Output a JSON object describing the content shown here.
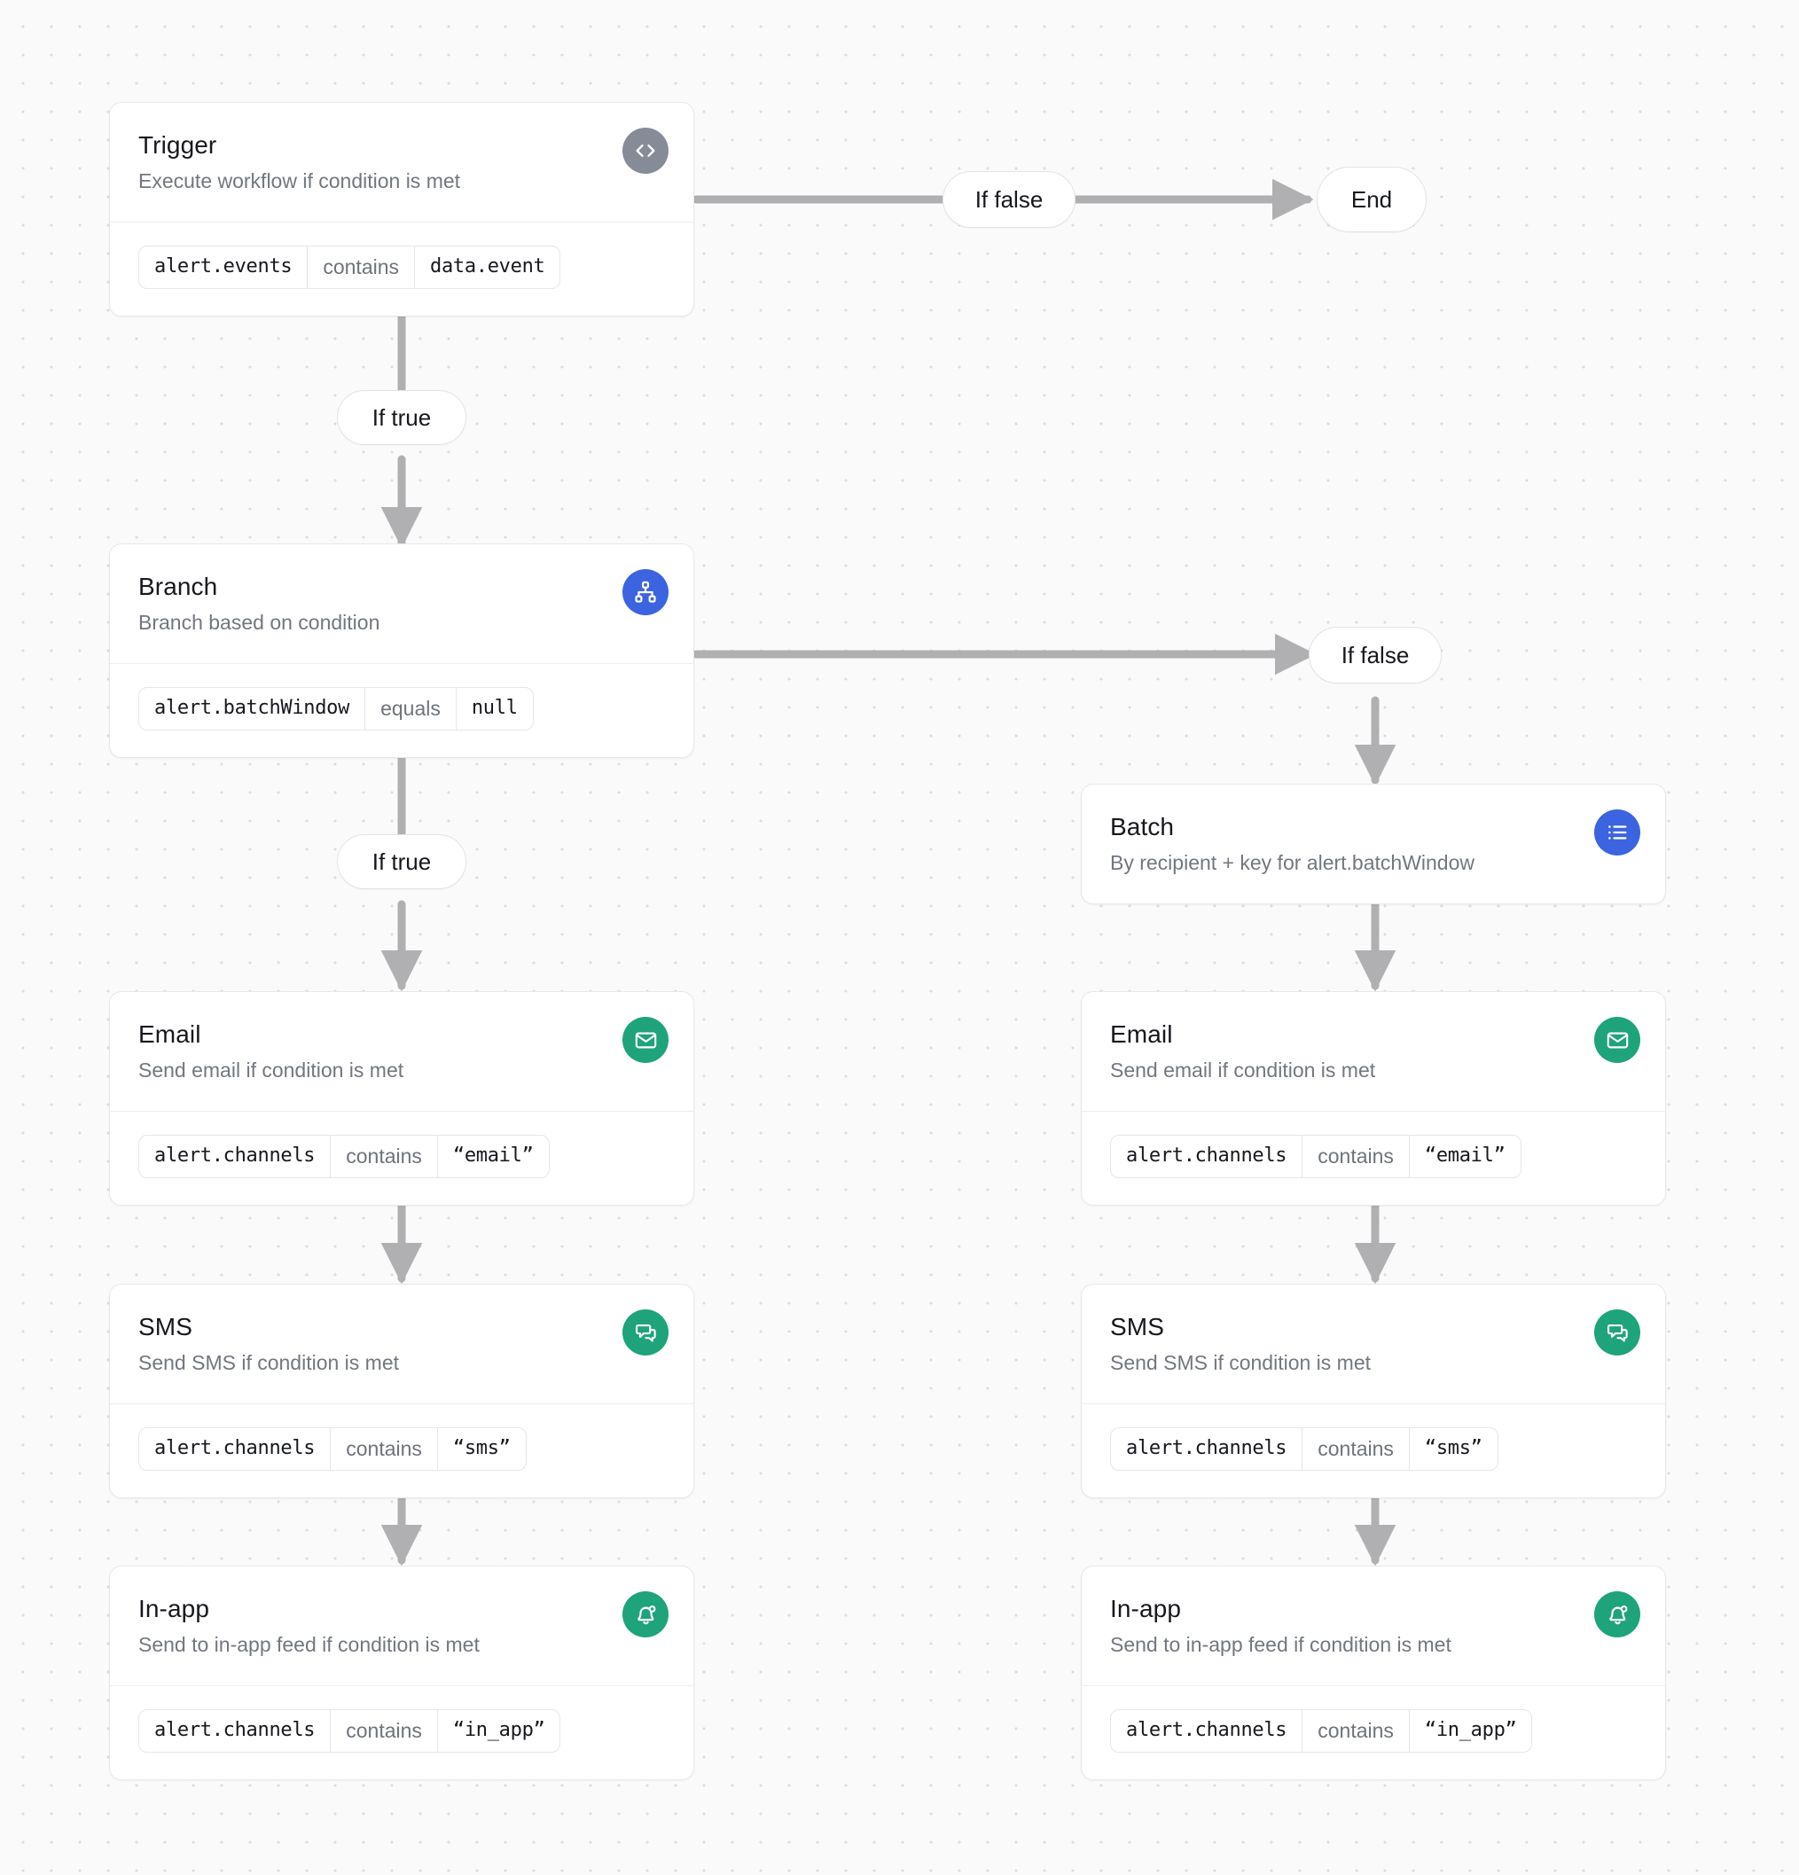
{
  "canvas": {
    "background_color": "#fafafa",
    "dot_color": "#dcdde0",
    "edge_color": "#b0b0b3"
  },
  "colors": {
    "badge_gray": "#868c97",
    "badge_blue": "#3c63e0",
    "badge_green": "#1fa37b",
    "title": "#16181d",
    "subtitle": "#72777f"
  },
  "nodes": {
    "trigger": {
      "title": "Trigger",
      "subtitle": "Execute workflow if condition is met",
      "icon": "code-icon",
      "condition": {
        "field": "alert.events",
        "operator": "contains",
        "value": "data.event"
      }
    },
    "branch": {
      "title": "Branch",
      "subtitle": "Branch based on condition",
      "icon": "hierarchy-icon",
      "condition": {
        "field": "alert.batchWindow",
        "operator": "equals",
        "value": "null"
      }
    },
    "batch": {
      "title": "Batch",
      "subtitle": "By recipient + key for alert.batchWindow",
      "icon": "list-icon"
    },
    "email_left": {
      "title": "Email",
      "subtitle": "Send email if condition is met",
      "icon": "envelope-icon",
      "condition": {
        "field": "alert.channels",
        "operator": "contains",
        "value": "“email”"
      }
    },
    "sms_left": {
      "title": "SMS",
      "subtitle": "Send SMS if condition is met",
      "icon": "chat-bubbles-icon",
      "condition": {
        "field": "alert.channels",
        "operator": "contains",
        "value": "“sms”"
      }
    },
    "inapp_left": {
      "title": "In-app",
      "subtitle": "Send to in-app feed if condition is met",
      "icon": "bell-dot-icon",
      "condition": {
        "field": "alert.channels",
        "operator": "contains",
        "value": "“in_app”"
      }
    },
    "email_right": {
      "title": "Email",
      "subtitle": "Send email if condition is met",
      "icon": "envelope-icon",
      "condition": {
        "field": "alert.channels",
        "operator": "contains",
        "value": "“email”"
      }
    },
    "sms_right": {
      "title": "SMS",
      "subtitle": "Send SMS if condition is met",
      "icon": "chat-bubbles-icon",
      "condition": {
        "field": "alert.channels",
        "operator": "contains",
        "value": "“sms”"
      }
    },
    "inapp_right": {
      "title": "In-app",
      "subtitle": "Send to in-app feed if condition is met",
      "icon": "bell-dot-icon",
      "condition": {
        "field": "alert.channels",
        "operator": "contains",
        "value": "“in_app”"
      }
    }
  },
  "labels": {
    "trigger_false": "If false",
    "trigger_end": "End",
    "trigger_true": "If true",
    "branch_false": "If false",
    "branch_true": "If true"
  }
}
